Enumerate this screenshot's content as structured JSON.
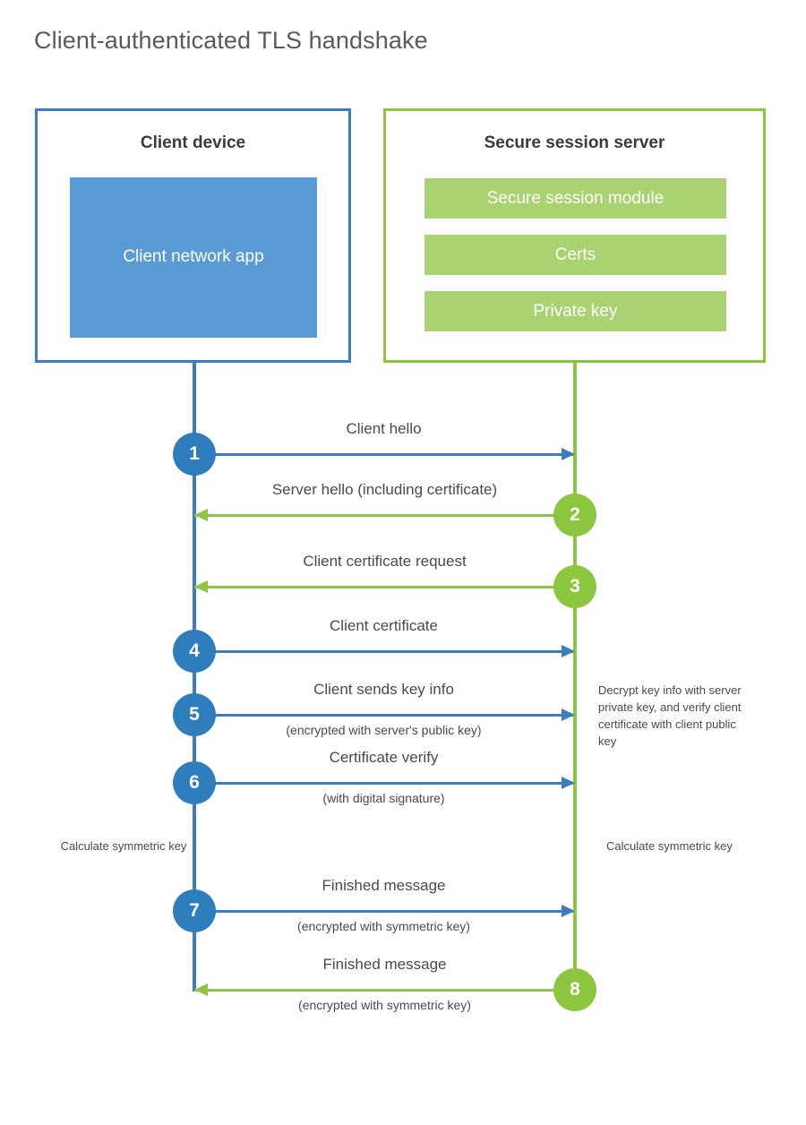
{
  "title": "Client-authenticated TLS handshake",
  "colors": {
    "client_blue": "#3d7cc0",
    "client_app_blue": "#5b9bd5",
    "badge_blue": "#2e7ebd",
    "server_green": "#8cc63f",
    "server_item_green": "#a9d271",
    "text_gray": "#4a4a4a",
    "title_gray": "#5a5a5a"
  },
  "actors": {
    "client": {
      "title": "Client device",
      "app_label": "Client network app"
    },
    "server": {
      "title": "Secure session server",
      "items": [
        {
          "label": "Secure session module"
        },
        {
          "label": "Certs"
        },
        {
          "label": "Private key"
        }
      ]
    }
  },
  "messages": [
    {
      "step": "1",
      "direction": "ltr",
      "label": "Client hello",
      "sublabel": ""
    },
    {
      "step": "2",
      "direction": "rtl",
      "label": "Server hello (including certificate)",
      "sublabel": ""
    },
    {
      "step": "3",
      "direction": "rtl",
      "label": "Client certificate request",
      "sublabel": ""
    },
    {
      "step": "4",
      "direction": "ltr",
      "label": "Client certificate",
      "sublabel": ""
    },
    {
      "step": "5",
      "direction": "ltr",
      "label": "Client sends key info",
      "sublabel": "(encrypted with server's public key)"
    },
    {
      "step": "6",
      "direction": "ltr",
      "label": "Certificate verify",
      "sublabel": "(with digital signature)"
    },
    {
      "step": "7",
      "direction": "ltr",
      "label": "Finished message",
      "sublabel": "(encrypted with symmetric key)"
    },
    {
      "step": "8",
      "direction": "rtl",
      "label": "Finished message",
      "sublabel": "(encrypted with symmetric key)"
    }
  ],
  "notes": {
    "server_decrypt": "Decrypt key info with server private key, and verify client certificate with client public key",
    "client_calculate": "Calculate symmetric key",
    "server_calculate": "Calculate symmetric key"
  }
}
